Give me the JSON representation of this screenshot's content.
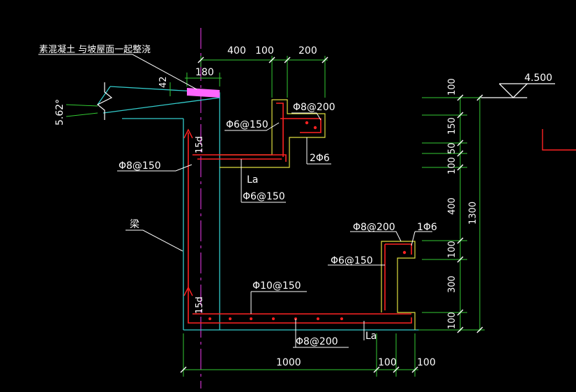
{
  "labels": {
    "note_concrete": "素混凝土 与坡屋面一起整浇",
    "beam": "梁",
    "slope": "5.62°",
    "elevation": "4.500",
    "la_top": "La",
    "la_bottom": "La",
    "lap_15d_top": "15d",
    "lap_15d_bottom": "15d",
    "dim_42": "42",
    "dim_180": "180"
  },
  "rebar_labels": {
    "phi8_200_top": "Φ8@200",
    "phi6_150_top": "Φ6@150",
    "two_phi6": "2Φ6",
    "phi8_150": "Φ8@150",
    "phi6_150_mid": "Φ6@150",
    "phi8_200_mid": "Φ8@200",
    "one_phi6": "1Φ6",
    "phi6_150_low": "Φ6@150",
    "phi10_150": "Φ10@150",
    "phi8_200_bottom": "Φ8@200"
  },
  "dims_top": [
    "400",
    "100",
    "200"
  ],
  "dims_bottom": [
    "1000",
    "100",
    "100"
  ],
  "dims_right": [
    "100",
    "150",
    "50",
    "100",
    "400",
    "100",
    "300",
    "100"
  ],
  "dim_total": "1300",
  "colors": {
    "background": "#000000",
    "outline": "#33cccc",
    "dimension": "#33cc33",
    "rebar": "#ff2222",
    "ledge": "#e0e040",
    "axis": "#cc33cc",
    "text": "#ffffff",
    "hatch": "#ff66ff"
  }
}
